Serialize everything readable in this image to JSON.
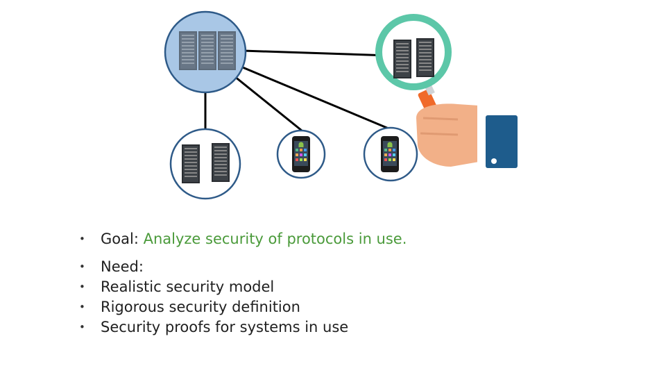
{
  "goal": {
    "label": "Goal:",
    "text": "Analyze security of protocols in use."
  },
  "needs": [
    "Need:",
    "Realistic security model",
    "Rigorous security definition",
    "Security proofs for systems in use"
  ],
  "icons": {
    "server_main": "server-rack-icon",
    "server_inspected": "server-rack-icon",
    "server_secondary": "server-rack-icon",
    "phone": "android-phone-icon",
    "inspector": "magnifying-glass-hand-icon"
  },
  "colors": {
    "accent_text": "#4a9a3a",
    "node_fill_main": "#a9c7e6",
    "node_border": "#2e5a88",
    "magnifier_ring": "#5cc7a8",
    "handle": "#f06a2a",
    "skin": "#f2b088",
    "sleeve": "#1e5c8c"
  }
}
